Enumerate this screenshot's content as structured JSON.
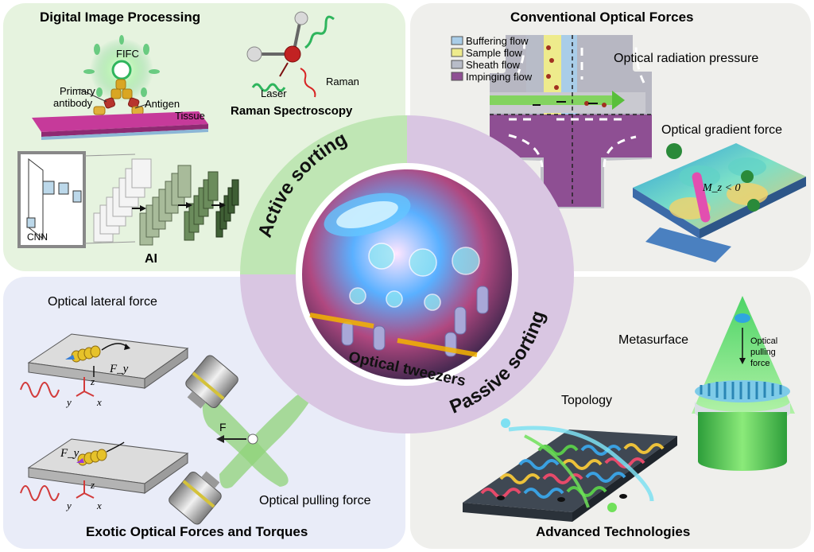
{
  "quadrants": {
    "top_left": {
      "title": "Digital Image Processing"
    },
    "top_right": {
      "title": "Conventional Optical Forces"
    },
    "bottom_left": {
      "title": "Exotic Optical Forces and Torques"
    },
    "bottom_right": {
      "title": "Advanced Technologies"
    }
  },
  "center": {
    "active_label": "Active sorting",
    "passive_label": "Passive sorting",
    "tweezers_label": "Optical tweezers"
  },
  "digital": {
    "fifc": "FIFC",
    "primary_antibody": "Primary antibody",
    "antigen": "Antigen",
    "tissue": "Tissue",
    "laser": "Laser",
    "raman": "Raman",
    "raman_spectroscopy": "Raman Spectroscopy",
    "cnn": "CNN",
    "ai": "AI"
  },
  "conventional": {
    "legend": [
      {
        "label": "Buffering flow",
        "color": "#a9cde8"
      },
      {
        "label": "Sample flow",
        "color": "#eeeb8c"
      },
      {
        "label": "Sheath flow",
        "color": "#b8bcc8"
      },
      {
        "label": "Impinging flow",
        "color": "#8e4f93"
      }
    ],
    "radiation_pressure": "Optical radiation pressure",
    "gradient_force": "Optical gradient force",
    "mz": "M_z < 0"
  },
  "exotic": {
    "lateral_force": "Optical lateral force",
    "fy": "F_y",
    "z": "z",
    "y": "y",
    "x": "x",
    "f": "F",
    "pulling_force": "Optical pulling force"
  },
  "advanced": {
    "metasurface": "Metasurface",
    "optical_pulling_force": "Optical pulling force",
    "topology": "Topology"
  },
  "colors": {
    "green_panel": "#e6f3df",
    "gray_panel": "#efefec",
    "blue_panel": "#e9ecf8",
    "active_ring": "#bfe6b4",
    "passive_ring": "#d9c6e2"
  }
}
